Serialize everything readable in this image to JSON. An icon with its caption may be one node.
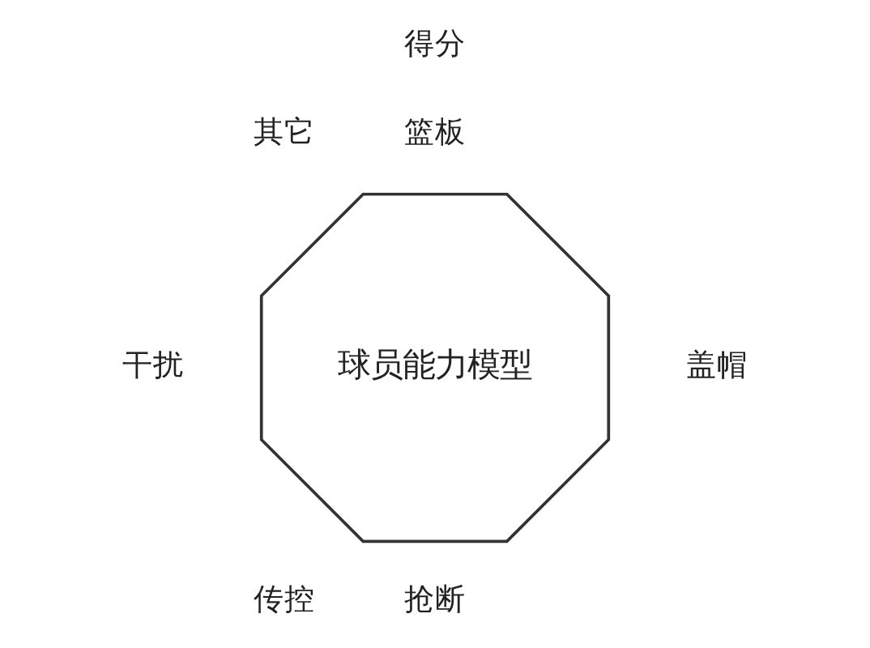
{
  "diagram": {
    "nodes": [
      {
        "text": [
          "球员能力模型"
        ]
      }
    ],
    "labels": [
      "得分",
      "其它",
      "篮板",
      "干扰",
      "盖帽",
      "传控",
      "抢断"
    ]
  }
}
